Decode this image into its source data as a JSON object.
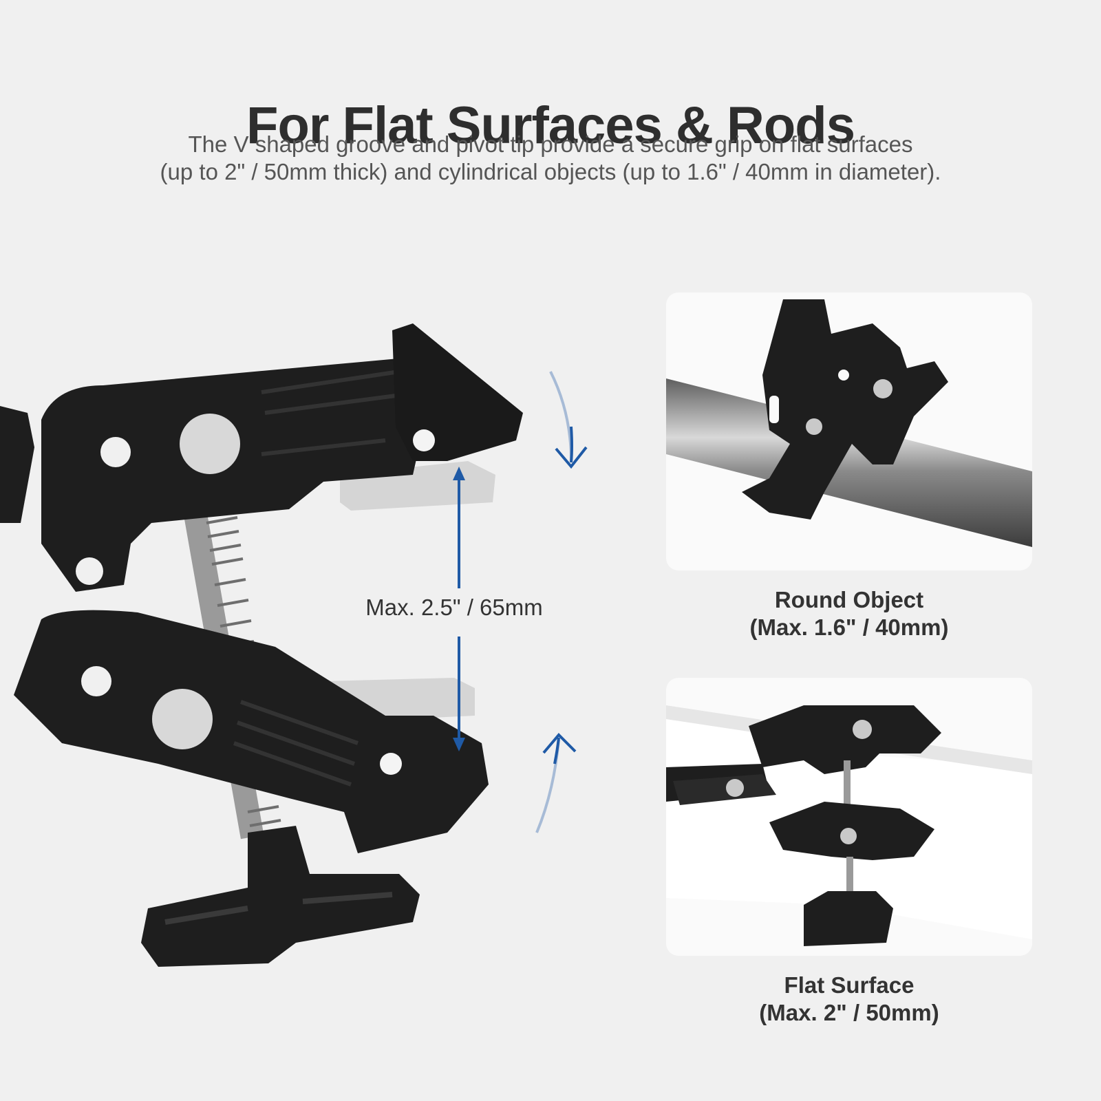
{
  "header": {
    "title": "For Flat Surfaces & Rods",
    "subtitle_line1": "The V shaped groove and pivot tip provide a secure grip on flat surfaces",
    "subtitle_line2": "(up to 2\" / 50mm thick) and cylindrical objects (up to 1.6\" / 40mm in diameter)."
  },
  "main_clamp": {
    "dimension_label": "Max. 2.5\" / 65mm"
  },
  "cards": {
    "round": {
      "caption_line1": "Round Object",
      "caption_line2": "(Max. 1.6\" / 40mm)"
    },
    "flat": {
      "caption_line1": "Flat Surface",
      "caption_line2": "(Max. 2\" / 50mm)"
    }
  },
  "colors": {
    "background": "#f0f0f0",
    "card_background": "#fafafa",
    "clamp_body": "#1e1e1e",
    "accent_arrow": "#1f5aa6",
    "text_dark": "#2e2e2e"
  }
}
